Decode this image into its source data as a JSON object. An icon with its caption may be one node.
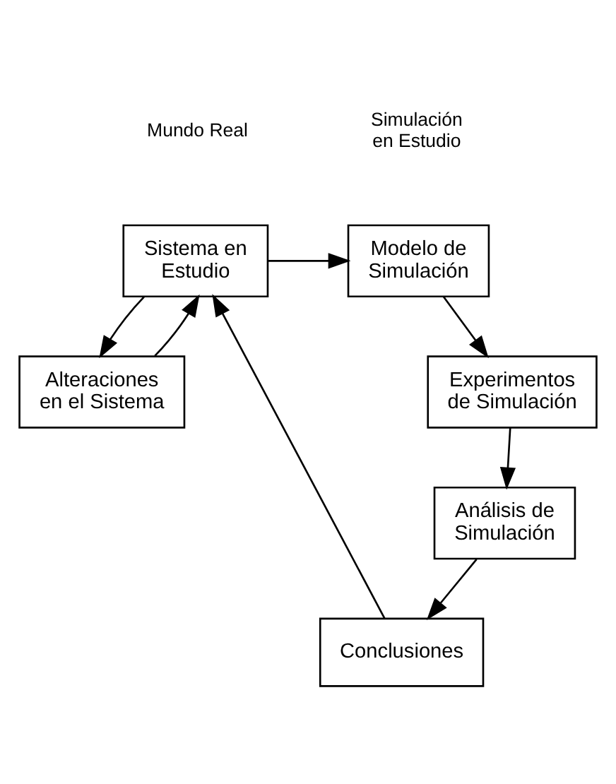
{
  "diagram": {
    "nodes": [
      {
        "text": [
          "Sistema en Estudio"
        ]
      },
      {
        "text": [
          "Modelo de Simulación"
        ]
      },
      {
        "text": [
          "Experimentos de Simulación"
        ]
      },
      {
        "text": [
          "Análisis de Simulación"
        ]
      },
      {
        "text": [
          "Conclusiones"
        ]
      },
      {
        "text": [
          "Alteraciones en el Sistema"
        ]
      }
    ],
    "edges": [
      {
        "from": 0,
        "to": 1,
        "arrow": "to"
      },
      {
        "from": 1,
        "to": 2,
        "arrow": "to"
      },
      {
        "from": 2,
        "to": 3,
        "arrow": "to"
      },
      {
        "from": 3,
        "to": 4,
        "arrow": "to"
      },
      {
        "from": 4,
        "to": 0,
        "arrow": "to"
      },
      {
        "from": 5,
        "to": 0,
        "arrow": "to"
      },
      {
        "from": 0,
        "to": 5,
        "arrow": "to"
      }
    ],
    "labels": [
      "Mundo Real",
      "Simulación en Estudio"
    ]
  }
}
